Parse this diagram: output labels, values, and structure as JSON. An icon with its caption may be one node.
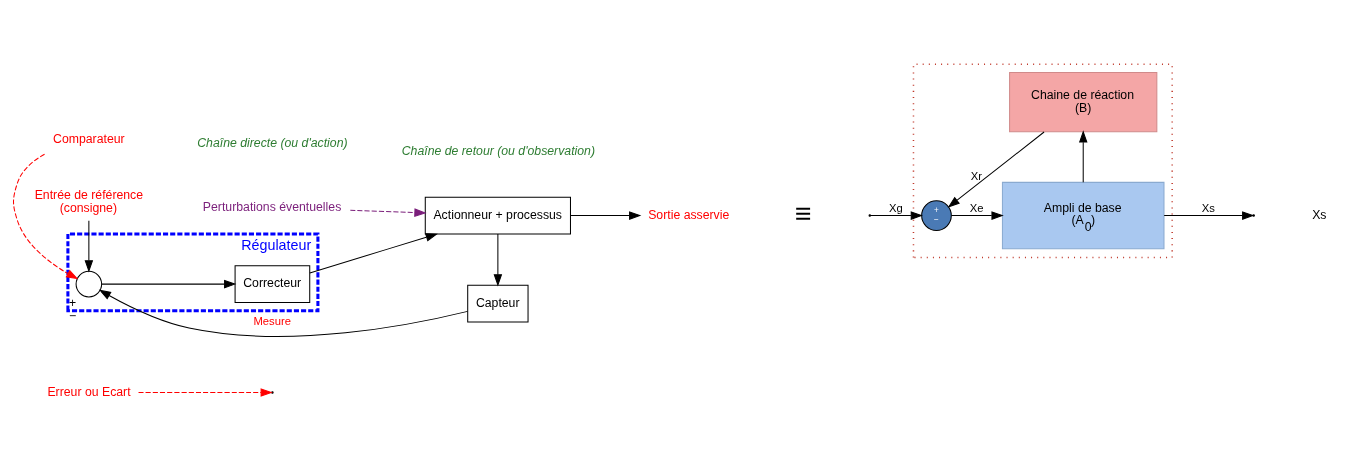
{
  "diagram": {
    "nodes": [
      {
        "text": [
          "Erreur ou Ecart"
        ]
      },
      {
        "text": [
          "Perturbations éventuelles"
        ]
      },
      {
        "text": [
          "Régulateur"
        ]
      },
      {
        "text": [],
        "shape": "circle",
        "in": 2,
        "beside": [
          "+",
          "−"
        ]
      },
      {
        "text": [
          "Correcteur"
        ],
        "in": 2
      },
      {
        "text": [
          "Actionneur + processus"
        ]
      },
      {
        "text": [
          "Capteur"
        ]
      },
      {
        "text": [
          "Entrée de référence",
          "(consigne)"
        ]
      },
      {
        "text": [
          "Sortie asservie"
        ]
      },
      {
        "text": [
          "Comparateur"
        ]
      },
      {
        "text": [],
        "shape": "box"
      },
      {
        "text": [
          "+",
          "−"
        ],
        "in": 10
      },
      {
        "text": [
          "Ampli de base",
          "(A$_{0}$)"
        ],
        "in": 10
      },
      {
        "text": [
          "Chaine de réaction",
          "(B)"
        ],
        "in": 10
      }
    ],
    "edges": [
      {
        "from": 7,
        "to": 3,
        "arrow": "to"
      },
      {
        "from": 3,
        "to": 4,
        "arrow": "to"
      },
      {
        "from": 4,
        "to": 5,
        "arrow": "to"
      },
      {
        "from": 5,
        "to": 8,
        "arrow": "to"
      },
      {
        "from": 5,
        "to": 6,
        "arrow": "to"
      },
      {
        "from": 6,
        "to": 3,
        "arrow": "to",
        "label": "Mesure"
      },
      {
        "from": 1,
        "to": 5,
        "arrow": "to",
        "style": "dashed",
        "color": "#7b1f7b"
      },
      {
        "from": 0,
        "to": null,
        "arrow": "to",
        "style": "dashed",
        "color": "#ff0000"
      },
      {
        "from": 9,
        "to": 3,
        "arrow": "to",
        "style": "dashed",
        "color": "#ff0000"
      },
      {
        "from": null,
        "to": 11,
        "arrow": "to",
        "label": "Xg"
      },
      {
        "from": 11,
        "to": 12,
        "arrow": "to",
        "label": "Xe"
      },
      {
        "from": 12,
        "to": null,
        "arrow": "to",
        "label": "Xs"
      },
      {
        "from": 12,
        "to": 13,
        "arrow": "to"
      },
      {
        "from": 13,
        "to": 11,
        "arrow": "to",
        "label": "Xr"
      }
    ],
    "labels": [
      "Chaîne directe (ou d'action)",
      "Chaîne de retour (ou d'observation)",
      "≡",
      "Xs"
    ]
  }
}
